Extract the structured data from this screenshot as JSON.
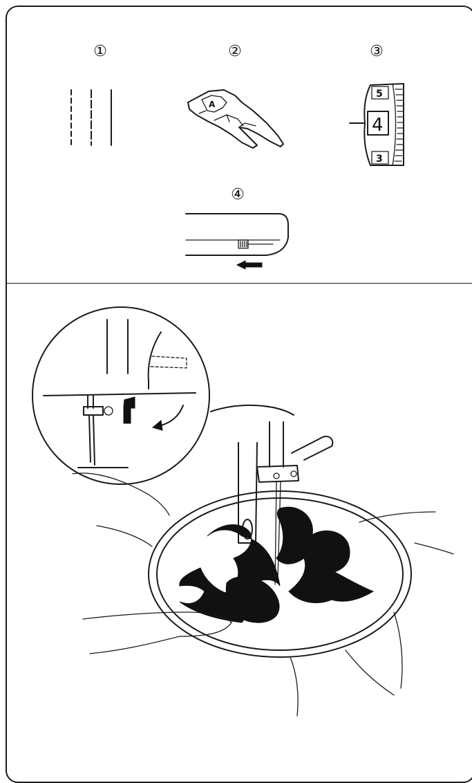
{
  "steps": [
    {
      "label": "①",
      "name": "stitch-pattern"
    },
    {
      "label": "②",
      "name": "presser-foot-a"
    },
    {
      "label": "③",
      "name": "stitch-length-dial"
    },
    {
      "label": "④",
      "name": "feed-dog-lever"
    }
  ],
  "presser_foot": {
    "letter": "A"
  },
  "dial": {
    "upper": "5",
    "selected": "4",
    "lower": "3"
  },
  "icons": [
    "straight-stitch-icon",
    "presser-foot-icon",
    "stitch-dial-icon",
    "drop-feed-lever-icon",
    "arrow-left-icon",
    "needle-closeup-icon",
    "curved-arrow-icon",
    "embroidery-hoop-icon"
  ],
  "colors": {
    "ink": "#111111",
    "paper": "#ffffff"
  }
}
